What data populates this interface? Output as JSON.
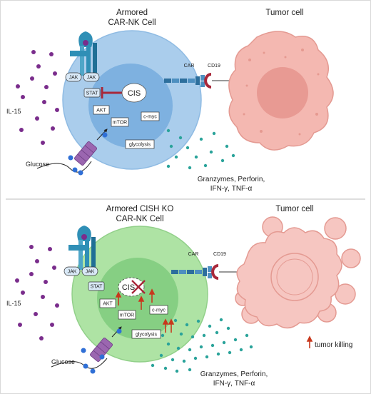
{
  "panels": [
    {
      "cell_title_line1": "Armored",
      "cell_title_line2": "CAR-NK Cell",
      "tumor_title": "Tumor cell",
      "receptor_labels": [
        "JAK",
        "JAK",
        "STAT"
      ],
      "inhibitor_label": "CIS",
      "pathway_labels": [
        "AKT",
        "mTOR",
        "c-myc",
        "glycolysis"
      ],
      "car_label": "CAR",
      "target_label": "CD19",
      "cytokine_label": "IL-15",
      "glucose_label": "Glucose",
      "effector_line1": "Granzymes, Perforin,",
      "effector_line2": "IFN-γ, TNF-α"
    },
    {
      "cell_title_line1": "Armored CISH KO",
      "cell_title_line2": "CAR-NK Cell",
      "tumor_title": "Tumor cell",
      "receptor_labels": [
        "JAK",
        "JAK",
        "STAT"
      ],
      "inhibitor_label": "CIS",
      "pathway_labels": [
        "AKT",
        "mTOR",
        "c-myc",
        "glycolysis"
      ],
      "car_label": "CAR",
      "target_label": "CD19",
      "cytokine_label": "IL-15",
      "glucose_label": "Glucose",
      "effector_line1": "Granzymes, Perforin,",
      "effector_line2": "IFN-γ, TNF-α",
      "legend_label": "tumor killing"
    }
  ],
  "colors": {
    "nk_cell_outer": "#aacdec",
    "nk_cell_inner": "#7eb1e0",
    "ko_cell_outer": "#aee3a4",
    "ko_cell_inner": "#86cf83",
    "tumor": "#f4b8b1",
    "tumor_nucleus": "#e89a93",
    "il15_dot": "#7a2d8c",
    "glucose_dot": "#2f6fd6",
    "granule_dot": "#2aa39a",
    "inhibition_bar": "#a8283a",
    "up_arrow": "#c8381d",
    "receptor": "#2f8fb6"
  }
}
